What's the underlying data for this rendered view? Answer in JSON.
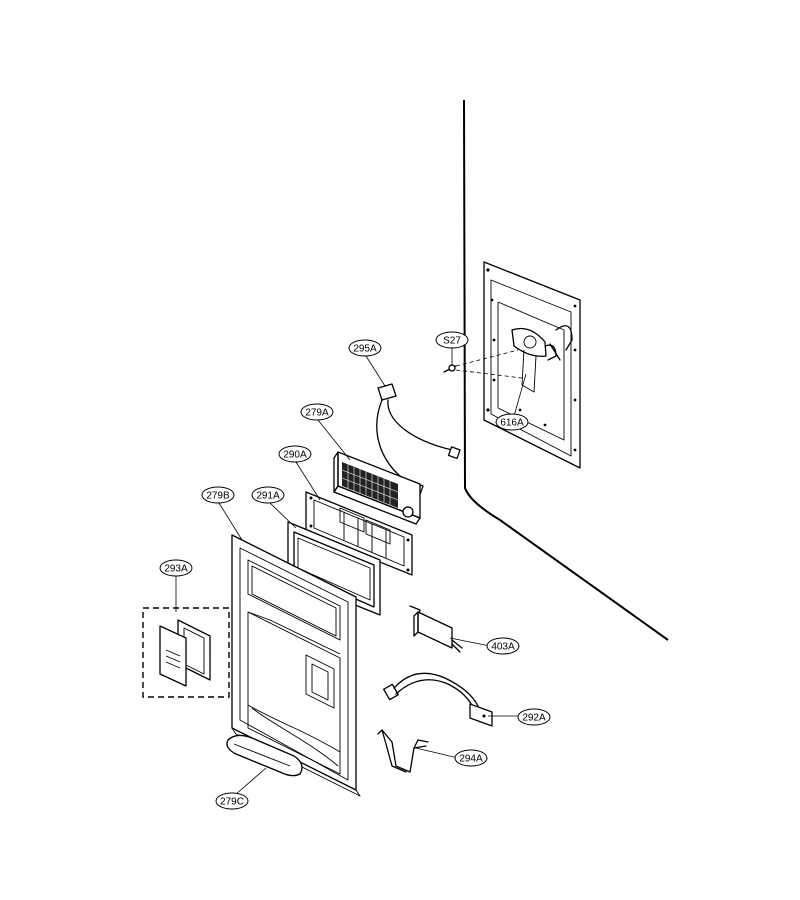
{
  "parts": [
    {
      "id": "s27",
      "label": "S27"
    },
    {
      "id": "616a",
      "label": "616A"
    },
    {
      "id": "295a",
      "label": "295A"
    },
    {
      "id": "279a",
      "label": "279A"
    },
    {
      "id": "290a",
      "label": "290A"
    },
    {
      "id": "279b",
      "label": "279B"
    },
    {
      "id": "291a",
      "label": "291A"
    },
    {
      "id": "293a",
      "label": "293A"
    },
    {
      "id": "403a",
      "label": "403A"
    },
    {
      "id": "292a",
      "label": "292A"
    },
    {
      "id": "294a",
      "label": "294A"
    },
    {
      "id": "279c",
      "label": "279C"
    }
  ]
}
